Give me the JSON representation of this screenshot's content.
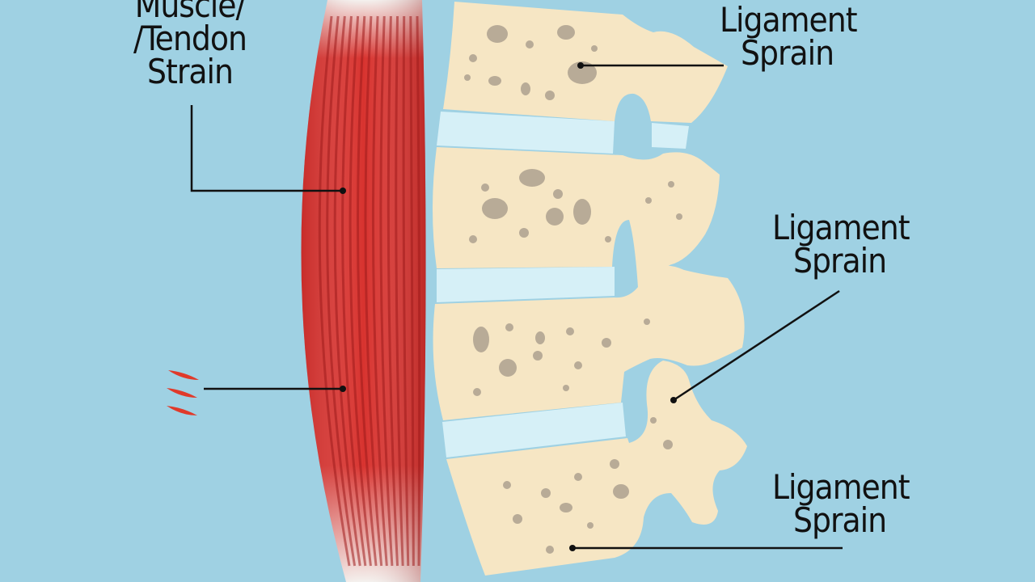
{
  "labels": {
    "muscle": [
      "Muscle/",
      "/Tendon",
      "Strain"
    ],
    "ligament_top": [
      "Ligament",
      "Sprain"
    ],
    "ligament_middle": [
      "Ligament",
      "Sprain"
    ],
    "ligament_bottom": [
      "Ligament",
      "Sprain"
    ]
  },
  "colors": {
    "background": "#9fd1e3",
    "muscle": "#d8332f",
    "bone": "#f6e6c4",
    "disc": "#d6f0f7",
    "bone_spots": "#b8ab97",
    "leader_line": "#111111"
  }
}
